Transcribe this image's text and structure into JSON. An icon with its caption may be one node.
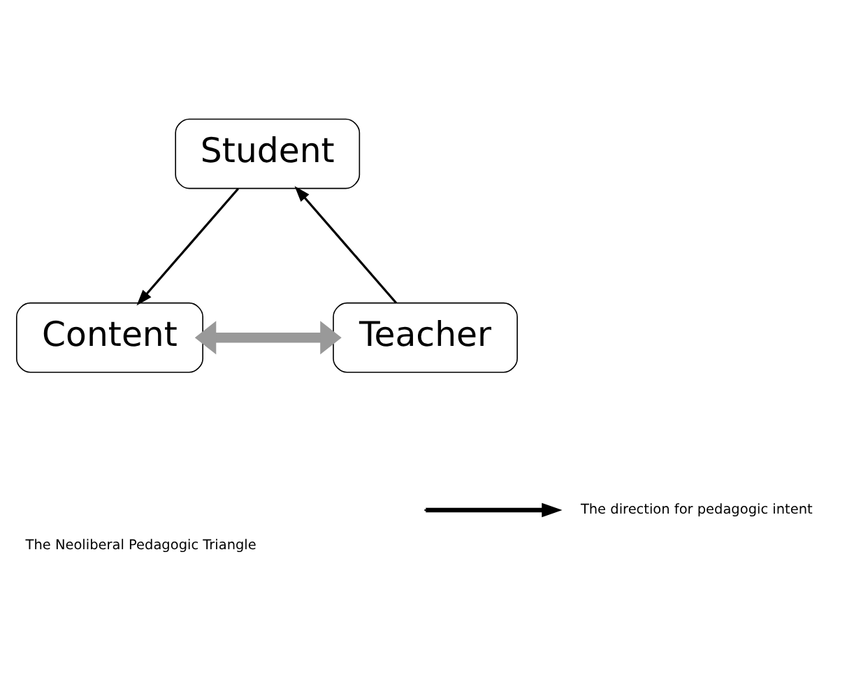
{
  "diagram": {
    "caption": "The Neoliberal Pedagogic Triangle",
    "nodes": [
      {
        "text": [
          "Student"
        ]
      },
      {
        "text": [
          "Content"
        ]
      },
      {
        "text": [
          "Teacher"
        ]
      }
    ],
    "edges": [
      {
        "from": 0,
        "to": 1,
        "arrow": "to"
      },
      {
        "from": 2,
        "to": 0,
        "arrow": "to"
      },
      {
        "from": 1,
        "to": 2,
        "arrow": "both",
        "style": "thick",
        "color": "#999999"
      }
    ],
    "legend": [
      {
        "text": "The direction for pedagogic intent"
      }
    ]
  }
}
